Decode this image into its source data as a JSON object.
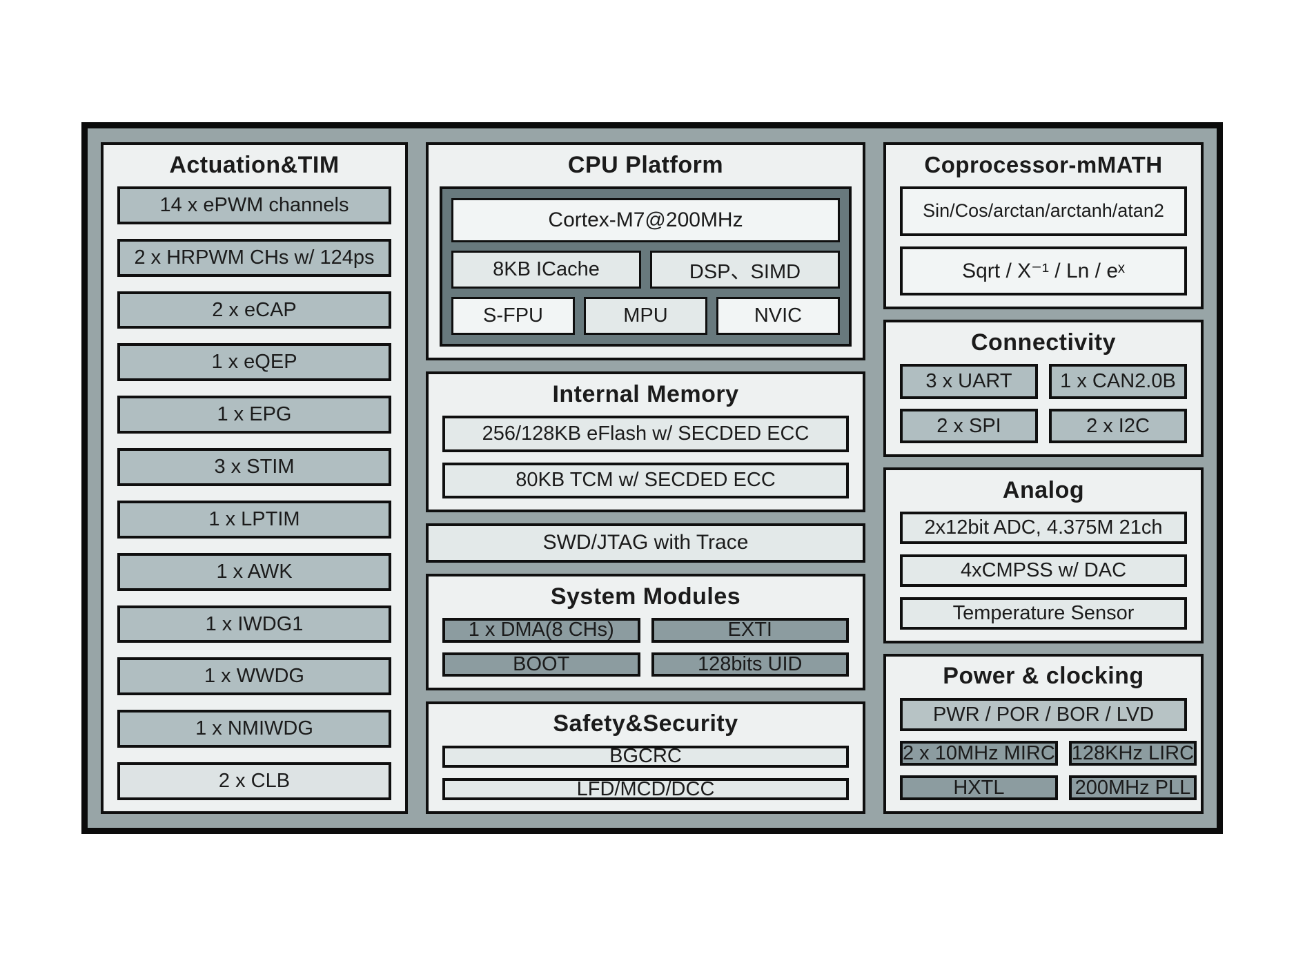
{
  "colors": {
    "frame_fill": "#98a5a7",
    "panel_fill": "#eef1f1",
    "box_medium": "#b0bec1",
    "box_dark": "#8c9ca0",
    "box_light": "#e3e9e9",
    "box_white": "#f2f5f5",
    "cpu_wrap_fill": "#68797d",
    "border": "#0f0f0f"
  },
  "left": {
    "title": "Actuation&TIM",
    "items": [
      "14 x ePWM channels",
      "2 x HRPWM CHs w/ 124ps",
      "2 x eCAP",
      "1 x eQEP",
      "1 x EPG",
      "3 x STIM",
      "1 x LPTIM",
      "1 x AWK",
      "1 x IWDG1",
      "1 x WWDG",
      "1 x NMIWDG",
      "2 x CLB"
    ]
  },
  "cpu": {
    "title": "CPU Platform",
    "core": "Cortex-M7@200MHz",
    "row2": [
      "8KB ICache",
      "DSP、SIMD"
    ],
    "row3": [
      "S-FPU",
      "MPU",
      "NVIC"
    ]
  },
  "memory": {
    "title": "Internal Memory",
    "items": [
      "256/128KB eFlash w/ SECDED ECC",
      "80KB TCM w/ SECDED ECC"
    ]
  },
  "debug": {
    "label": "SWD/JTAG with Trace"
  },
  "system": {
    "title": "System Modules",
    "items": [
      "1 x DMA(8 CHs)",
      "EXTI",
      "BOOT",
      "128bits UID"
    ]
  },
  "safety": {
    "title": "Safety&Security",
    "items": [
      "BGCRC",
      "LFD/MCD/DCC"
    ]
  },
  "coprocessor": {
    "title": "Coprocessor-mMATH",
    "items": [
      "Sin/Cos/arctan/arctanh/atan2",
      "Sqrt / X⁻¹ / Ln / eˣ"
    ]
  },
  "connectivity": {
    "title": "Connectivity",
    "items": [
      "3 x UART",
      "1 x CAN2.0B",
      "2 x SPI",
      "2 x I2C"
    ]
  },
  "analog": {
    "title": "Analog",
    "items": [
      "2x12bit ADC, 4.375M 21ch",
      "4xCMPSS w/ DAC",
      "Temperature Sensor"
    ]
  },
  "power": {
    "title": "Power & clocking",
    "wide": "PWR / POR / BOR / LVD",
    "items": [
      "2 x 10MHz MIRC",
      "128KHz LIRC",
      "HXTL",
      "200MHz PLL"
    ]
  }
}
